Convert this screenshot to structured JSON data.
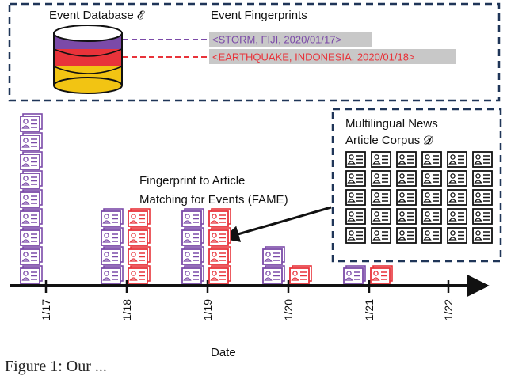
{
  "colors": {
    "purple": "#7b4aa8",
    "red": "#e8333a",
    "yellow": "#f2c413",
    "navy": "#1f3558",
    "gray": "#c8c8c8",
    "black": "#111111"
  },
  "top_panel": {
    "db_label": "Event Database 𝓔",
    "fingerprints_title": "Event Fingerprints",
    "fingerprints": [
      {
        "text": "<STORM, FIJI, 2020/01/17>",
        "color": "purple"
      },
      {
        "text": "<EARTHQUAKE, INDONESIA, 2020/01/18>",
        "color": "red"
      }
    ]
  },
  "corpus": {
    "title_line1": "Multilingual News",
    "title_line2": "Article Corpus 𝓓"
  },
  "fame": {
    "line1": "Fingerprint to Article",
    "line2": "Matching for Events (FAME)"
  },
  "timeline": {
    "xlabel": "Date",
    "dates": [
      {
        "label": "1/17",
        "purple": 9,
        "red": 0
      },
      {
        "label": "1/18",
        "purple": 4,
        "red": 4
      },
      {
        "label": "1/19",
        "purple": 4,
        "red": 4
      },
      {
        "label": "1/20",
        "purple": 2,
        "red": 1
      },
      {
        "label": "1/21",
        "purple": 1,
        "red": 1
      },
      {
        "label": "1/22",
        "purple": 0,
        "red": 0
      }
    ]
  },
  "caption": "Figure 1: Our ..."
}
